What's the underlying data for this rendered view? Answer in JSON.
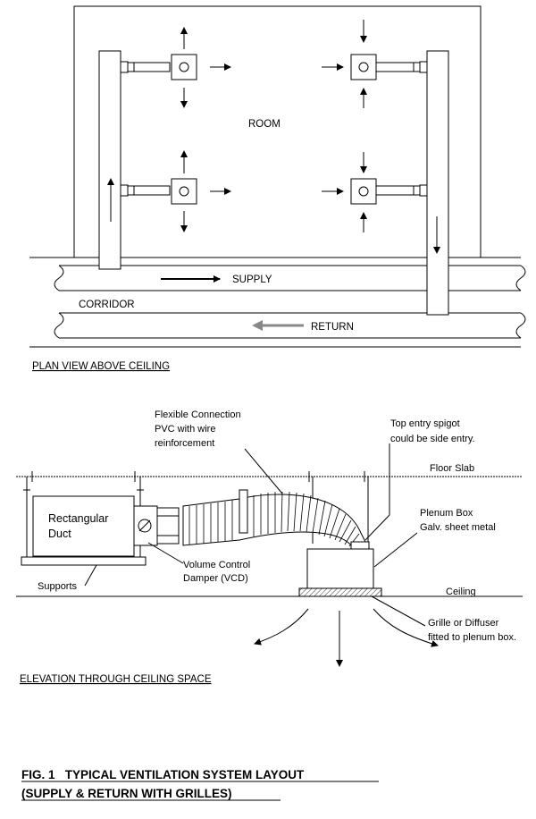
{
  "plan": {
    "room_label": "ROOM",
    "supply_label": "SUPPLY",
    "corridor_label": "CORRIDOR",
    "return_label": "RETURN",
    "view_title": "PLAN VIEW ABOVE CEILING"
  },
  "elevation": {
    "flex_label_1": "Flexible Connection",
    "flex_label_2": "PVC with wire",
    "flex_label_3": "reinforcement",
    "spigot_label_1": "Top entry spigot",
    "spigot_label_2": "could be side entry.",
    "floor_slab_label": "Floor Slab",
    "duct_label_1": "Rectangular",
    "duct_label_2": "Duct",
    "plenum_label_1": "Plenum Box",
    "plenum_label_2": "Galv. sheet metal",
    "vcd_label_1": "Volume Control",
    "vcd_label_2": "Damper (VCD)",
    "supports_label": "Supports",
    "ceiling_label": "Ceiling",
    "grille_label_1": "Grille or Diffuser",
    "grille_label_2": "fitted to plenum box.",
    "view_title": "ELEVATION THROUGH CEILING SPACE"
  },
  "caption": {
    "line1": "FIG. 1   TYPICAL VENTILATION SYSTEM LAYOUT",
    "line2": "(SUPPLY & RETURN WITH GRILLES)"
  },
  "colors": {
    "ink": "#000000",
    "paper": "#ffffff",
    "return_arrow": "#888888"
  }
}
